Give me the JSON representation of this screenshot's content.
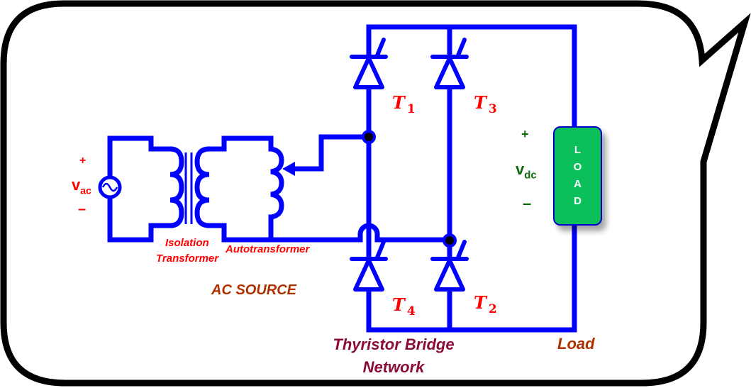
{
  "diagram": {
    "title": "Single-phase fully controlled thyristor bridge rectifier",
    "source": {
      "symbol": "v",
      "subscript": "ac",
      "plus": "+",
      "minus": "–"
    },
    "labels": {
      "isolation_transformer_line1": "Isolation",
      "isolation_transformer_line2": "Transformer",
      "autotransformer": "Autotransformer",
      "ac_source": "AC SOURCE",
      "bridge_line1": "Thyristor Bridge",
      "bridge_line2": "Network",
      "load": "Load"
    },
    "thyristors": [
      {
        "name": "T",
        "index": "1"
      },
      {
        "name": "T",
        "index": "3"
      },
      {
        "name": "T",
        "index": "4"
      },
      {
        "name": "T",
        "index": "2"
      }
    ],
    "output": {
      "symbol": "v",
      "subscript": "dc",
      "plus": "+",
      "minus": "–"
    },
    "load_box": {
      "letters": [
        "L",
        "O",
        "A",
        "D"
      ]
    },
    "colors": {
      "wire": "#0000ff",
      "label_red": "#ff0000",
      "ac_source_label": "#b03000",
      "bridge_label": "#8b0a3a",
      "vdc_label": "#0a6b0a",
      "load_fill": "#0bbf5a",
      "bubble_outline": "#000000"
    }
  }
}
